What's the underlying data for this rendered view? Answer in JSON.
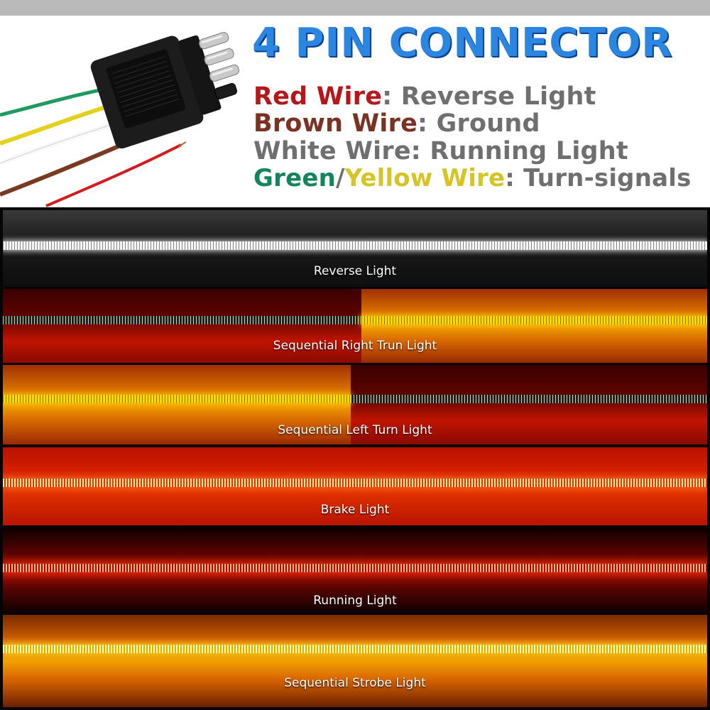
{
  "title": "4 PIN CONNECTOR",
  "legend": [
    {
      "wire": "Red Wire",
      "wire_color": "#b5171b",
      "separator": ": ",
      "function": "Reverse Light"
    },
    {
      "wire": "Brown Wire",
      "wire_color": "#7a3322",
      "separator": ": ",
      "function": "Ground"
    },
    {
      "wire": "White Wire: Running Light",
      "wire_color": "#6f6f6f"
    },
    {
      "wire_a": "Green",
      "wire_a_color": "#12855a",
      "slash": "/",
      "wire_b": "Yellow Wire",
      "wire_b_color": "#d6c326",
      "separator": ": ",
      "function": "Turn-signals"
    }
  ],
  "panels": [
    {
      "label": "Reverse Light",
      "color": "#ffffff"
    },
    {
      "label": "Sequential Right Trun Light",
      "color": "#ffb400"
    },
    {
      "label": "Sequential Left Turn Light",
      "color": "#ffb400"
    },
    {
      "label": "Brake Light",
      "color": "#ff3a10"
    },
    {
      "label": "Running Light",
      "color": "#ff2a10"
    },
    {
      "label": "Sequential Strobe Light",
      "color": "#ffd000"
    }
  ],
  "colors": {
    "title_blue": "#2a86e0",
    "function_gray": "#6f6f6f",
    "connector_body": "#1a1a1a",
    "pins": "#c8c8c8"
  },
  "icons": [
    "4-pin-connector-image"
  ]
}
